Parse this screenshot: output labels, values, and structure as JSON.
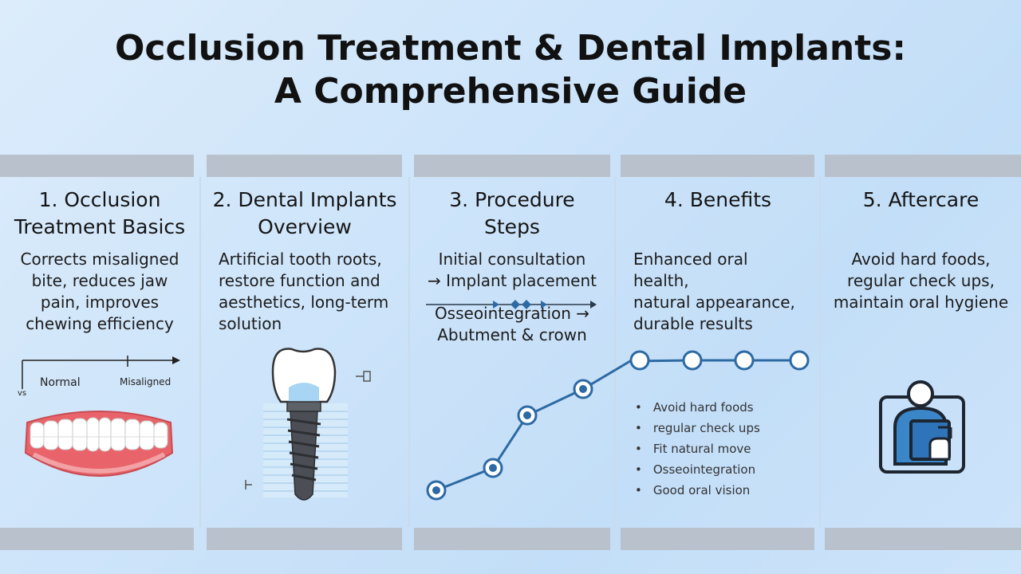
{
  "title": {
    "line1": "Occlusion Treatment & Dental Implants:",
    "line2": "A Comprehensive Guide"
  },
  "panels": [
    {
      "heading_lines": [
        "1. Occlusion",
        "Treatment Basics"
      ],
      "body_lines": [
        "Corrects misaligned",
        "bite, reduces jaw",
        "pain, improves",
        "chewing efficiency"
      ],
      "diagram_labels": {
        "left": "Normal",
        "right": "Misaligned",
        "axis": "vs"
      }
    },
    {
      "heading_lines": [
        "2. Dental Implants",
        "Overview"
      ],
      "body_lines": [
        "Artificial tooth roots,",
        "restore function and",
        "aesthetics, long-term",
        "solution"
      ]
    },
    {
      "heading_lines": [
        "3. Procedure",
        "Steps"
      ],
      "body_lines": [
        "Initial consultation",
        "→ Implant placement",
        "",
        "Osseointegration →",
        "Abutment & crown"
      ]
    },
    {
      "heading_lines": [
        "4. Benefits"
      ],
      "body_lines": [
        "Enhanced oral health,",
        "natural appearance,",
        "durable results"
      ],
      "bullets": [
        "Avoid hard foods",
        "regular check ups",
        "Fit natural move",
        "Osseointegration",
        "Good oral vision"
      ]
    },
    {
      "heading_lines": [
        "5. Aftercare"
      ],
      "body_lines": [
        "Avoid hard foods,",
        "regular check ups,",
        "maintain oral hygiene"
      ]
    }
  ],
  "icons": [
    "dental-arch-icon",
    "implant-icon",
    "person-at-computer-icon"
  ],
  "colors": {
    "accent": "#2d6aa3",
    "gum": "#e8646a",
    "bar": "#b9c2cc"
  }
}
